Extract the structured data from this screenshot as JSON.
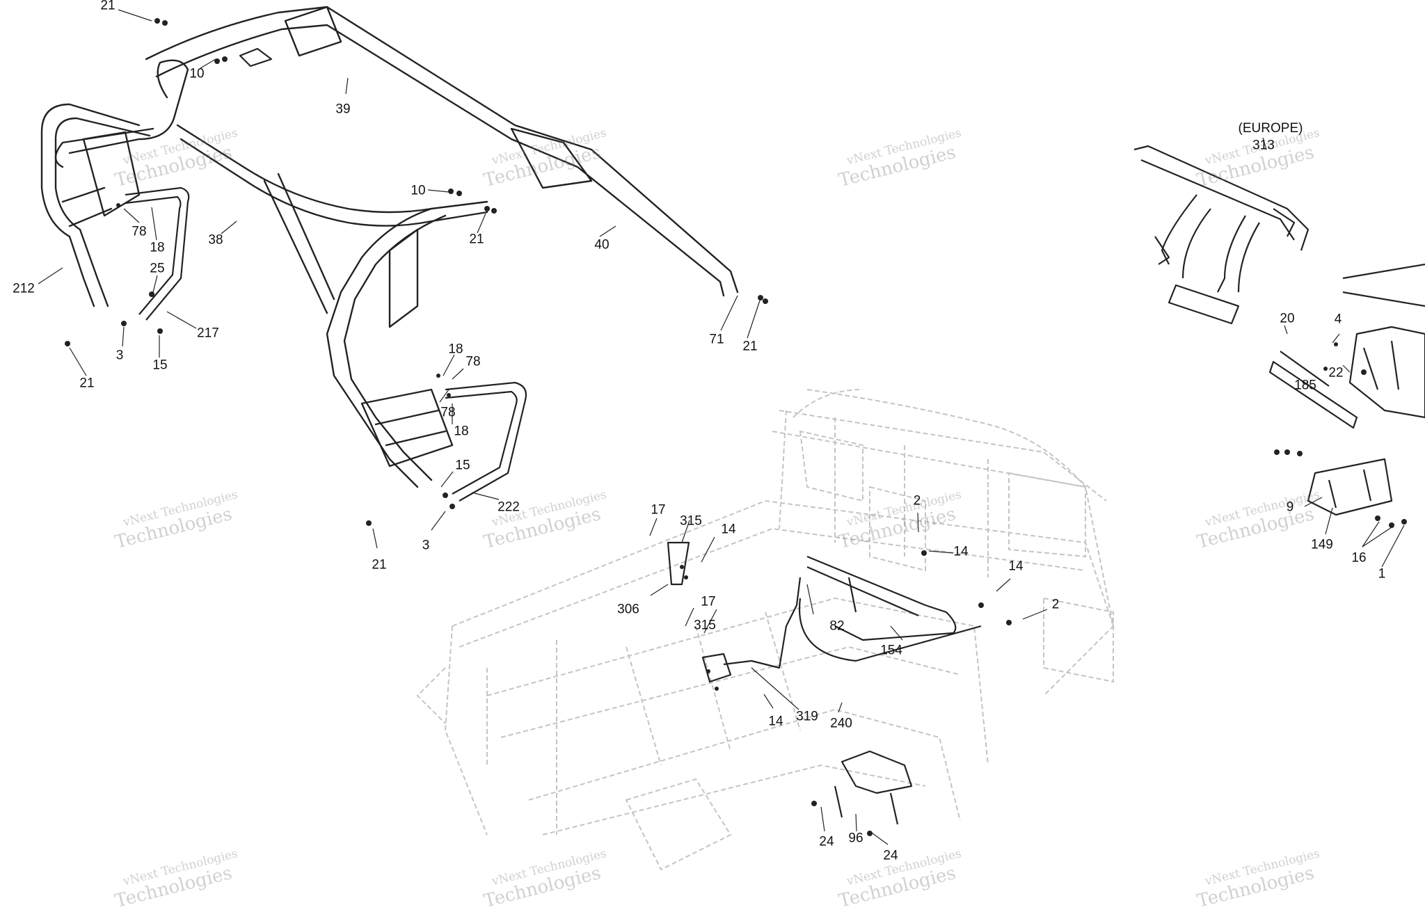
{
  "diagram": {
    "note_europe": "(EUROPE)",
    "watermark_line1": "vNext Technologies",
    "watermark_line2": "Technologies",
    "callouts": [
      {
        "id": "c1",
        "text": "21"
      },
      {
        "id": "c2",
        "text": "10"
      },
      {
        "id": "c3",
        "text": "39"
      },
      {
        "id": "c4",
        "text": "10"
      },
      {
        "id": "c5",
        "text": "21"
      },
      {
        "id": "c6",
        "text": "40"
      },
      {
        "id": "c7",
        "text": "38"
      },
      {
        "id": "c8",
        "text": "78"
      },
      {
        "id": "c9",
        "text": "18"
      },
      {
        "id": "c10",
        "text": "25"
      },
      {
        "id": "c11",
        "text": "212"
      },
      {
        "id": "c12",
        "text": "217"
      },
      {
        "id": "c13",
        "text": "3"
      },
      {
        "id": "c14",
        "text": "15"
      },
      {
        "id": "c15",
        "text": "21"
      },
      {
        "id": "c16",
        "text": "71"
      },
      {
        "id": "c17",
        "text": "21"
      },
      {
        "id": "c18",
        "text": "18"
      },
      {
        "id": "c19",
        "text": "78"
      },
      {
        "id": "c20",
        "text": "78"
      },
      {
        "id": "c21",
        "text": "18"
      },
      {
        "id": "c22",
        "text": "15"
      },
      {
        "id": "c23",
        "text": "222"
      },
      {
        "id": "c24",
        "text": "3"
      },
      {
        "id": "c25",
        "text": "21"
      },
      {
        "id": "c26",
        "text": "17"
      },
      {
        "id": "c27",
        "text": "315"
      },
      {
        "id": "c28",
        "text": "14"
      },
      {
        "id": "c29",
        "text": "306"
      },
      {
        "id": "c30",
        "text": "17"
      },
      {
        "id": "c31",
        "text": "315"
      },
      {
        "id": "c32",
        "text": "14"
      },
      {
        "id": "c33",
        "text": "319"
      },
      {
        "id": "c34",
        "text": "2"
      },
      {
        "id": "c35",
        "text": "14"
      },
      {
        "id": "c36",
        "text": "14"
      },
      {
        "id": "c37",
        "text": "2"
      },
      {
        "id": "c38",
        "text": "82"
      },
      {
        "id": "c39",
        "text": "154"
      },
      {
        "id": "c40",
        "text": "240"
      },
      {
        "id": "c41",
        "text": "24"
      },
      {
        "id": "c42",
        "text": "96"
      },
      {
        "id": "c43",
        "text": "24"
      },
      {
        "id": "c44",
        "text": "313"
      },
      {
        "id": "c45",
        "text": "20"
      },
      {
        "id": "c46",
        "text": "4"
      },
      {
        "id": "c47",
        "text": "22"
      },
      {
        "id": "c48",
        "text": "185"
      },
      {
        "id": "c49",
        "text": "9"
      },
      {
        "id": "c50",
        "text": "149"
      },
      {
        "id": "c51",
        "text": "16"
      },
      {
        "id": "c52",
        "text": "1"
      }
    ]
  }
}
